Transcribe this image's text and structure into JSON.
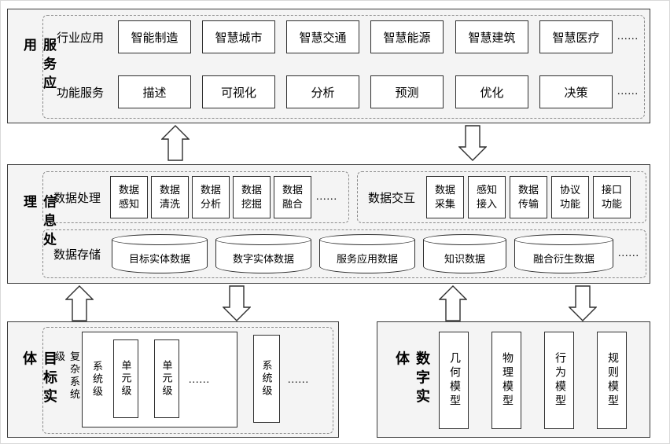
{
  "service_layer": {
    "title": "服务应用",
    "industry": {
      "label": "行业应用",
      "items": [
        "智能制造",
        "智慧城市",
        "智慧交通",
        "智慧能源",
        "智慧建筑",
        "智慧医疗"
      ],
      "ellipsis": "......"
    },
    "function": {
      "label": "功能服务",
      "items": [
        "描述",
        "可视化",
        "分析",
        "预测",
        "优化",
        "决策"
      ],
      "ellipsis": "......"
    }
  },
  "info_layer": {
    "title": "信息处理",
    "processing": {
      "label": "数据处理",
      "items": [
        "数据感知",
        "数据清洗",
        "数据分析",
        "数据挖掘",
        "数据融合"
      ],
      "ellipsis": "......"
    },
    "interaction": {
      "label": "数据交互",
      "items": [
        "数据采集",
        "感知接入",
        "数据传输",
        "协议功能",
        "接口功能"
      ]
    },
    "storage": {
      "label": "数据存储",
      "items": [
        "目标实体数据",
        "数字实体数据",
        "服务应用数据",
        "知识数据",
        "融合衍生数据"
      ],
      "ellipsis": "......"
    }
  },
  "target_layer": {
    "title": "目标实体",
    "complex_label": "复杂系统级",
    "system_group": {
      "label": "系统级",
      "units": [
        "单元级",
        "单元级"
      ],
      "ellipsis": "......"
    },
    "system_box": "系统级",
    "ellipsis": "......"
  },
  "digital_layer": {
    "title": "数字实体",
    "items": [
      "几何模型",
      "物理模型",
      "行为模型",
      "规则模型"
    ]
  }
}
